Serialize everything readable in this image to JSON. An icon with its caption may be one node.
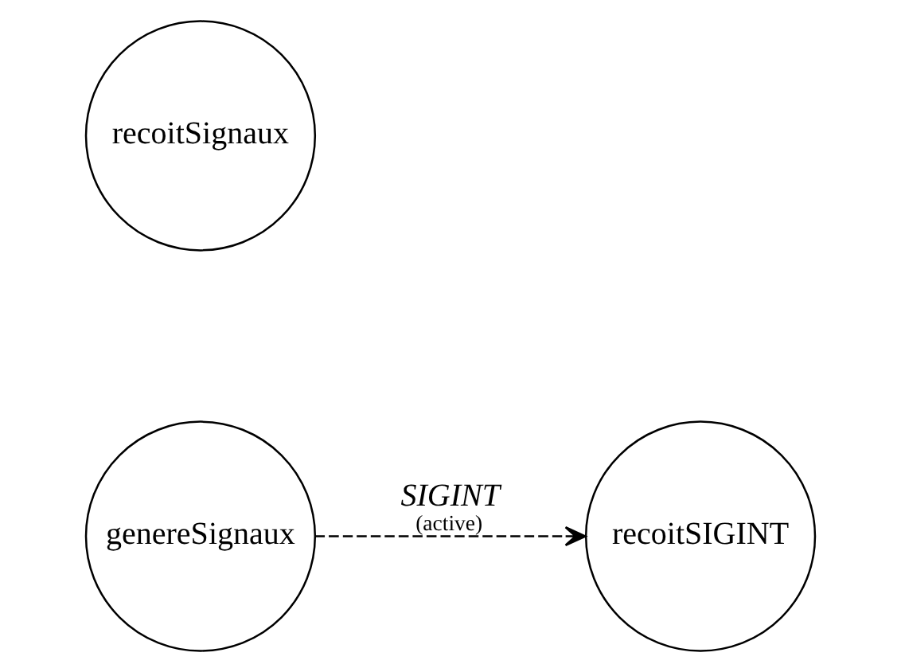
{
  "diagram": {
    "nodes": [
      {
        "text": [
          "recoitSIGINT"
        ]
      },
      {
        "text": [
          "genereSignaux"
        ]
      },
      {
        "text": [
          "recoitSignaux"
        ]
      }
    ],
    "edges": [
      {
        "from": 1,
        "to": 0,
        "arrow": "to",
        "label": "SIGINT (active)",
        "style": "dashed"
      }
    ]
  }
}
